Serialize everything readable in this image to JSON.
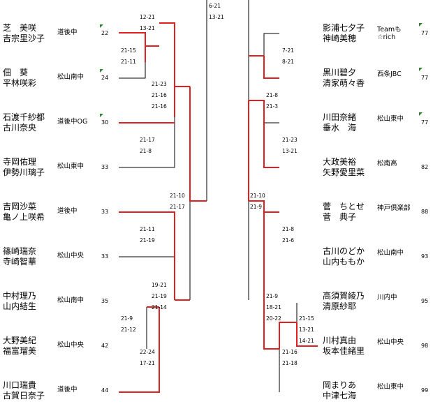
{
  "left": {
    "pairs": [
      {
        "names": [
          "芝　美咲",
          "吉宗里沙子"
        ],
        "team": "道後中",
        "seed": "22",
        "flag": true
      },
      {
        "names": [
          "佃　葵",
          "平林咲彩"
        ],
        "team": "松山南中",
        "seed": "24",
        "flag": true
      },
      {
        "names": [
          "石渡千紗都",
          "古川奈央"
        ],
        "team": "道後中OG",
        "seed": "30",
        "flag": true
      },
      {
        "names": [
          "寺岡佑理",
          "伊勢川璃子"
        ],
        "team": "松山東中",
        "seed": "33",
        "flag": false
      },
      {
        "names": [
          "吉岡沙菜",
          "亀ノ上咲希"
        ],
        "team": "道後中",
        "seed": "33",
        "flag": false
      },
      {
        "names": [
          "篠崎瑞奈",
          "寺崎智華"
        ],
        "team": "松山中央",
        "seed": "33",
        "flag": false
      },
      {
        "names": [
          "中村理乃",
          "山内結生"
        ],
        "team": "松山南中",
        "seed": "35",
        "flag": false
      },
      {
        "names": [
          "大野美紀",
          "福富瑠美"
        ],
        "team": "松山中央",
        "seed": "42",
        "flag": false
      },
      {
        "names": [
          "川口瑞貴",
          "古賀日奈子"
        ],
        "team": "道後中",
        "seed": "44",
        "flag": false
      }
    ]
  },
  "right": {
    "pairs": [
      {
        "names": [
          "影浦七夕子",
          "神崎美穂"
        ],
        "team": "Teamも☆rich",
        "seed": "77",
        "flag": true
      },
      {
        "names": [
          "黒川碧夕",
          "清家萌々香"
        ],
        "team": "西条JBC",
        "seed": "77",
        "flag": true
      },
      {
        "names": [
          "川田奈緒",
          "垂水　海"
        ],
        "team": "松山東中",
        "seed": "77",
        "flag": true
      },
      {
        "names": [
          "大政美裕",
          "矢野愛里菜"
        ],
        "team": "松南高",
        "seed": "82",
        "flag": false
      },
      {
        "names": [
          "菅　ちとせ",
          "菅　典子"
        ],
        "team": "神戸倶楽部",
        "seed": "88",
        "flag": false
      },
      {
        "names": [
          "古川のどか",
          "山内ももか"
        ],
        "team": "松山南中",
        "seed": "93",
        "flag": false
      },
      {
        "names": [
          "高須賀綾乃",
          "清原紗耶"
        ],
        "team": "川内中",
        "seed": "95",
        "flag": false
      },
      {
        "names": [
          "川村真由",
          "坂本佳緒里"
        ],
        "team": "松山中央",
        "seed": "98",
        "flag": false
      },
      {
        "names": [
          "岡まりあ",
          "中津七海"
        ],
        "team": "松山東中",
        "seed": "99",
        "flag": false
      }
    ]
  },
  "scores": {
    "top_a": "6-21",
    "top_b": "13-21",
    "l_r1_m1": [
      "21-15",
      "21-11"
    ],
    "l_qf1": [
      "12-21",
      "13-21"
    ],
    "l_qf2": [
      "21-17",
      "21-8"
    ],
    "l_sf1": [
      "21-23",
      "21-16",
      "21-16"
    ],
    "l_fin": [
      "21-10",
      "21-17"
    ],
    "l_qf3": [
      "21-11",
      "21-19"
    ],
    "l_sf2": [
      "19-21",
      "21-19",
      "21-14"
    ],
    "l_r1_m2": [
      "21-9",
      "21-12"
    ],
    "l_qf4": [
      "22-24",
      "17-21"
    ],
    "r_qf1": [
      "7-21",
      "8-21"
    ],
    "r_qf2": [
      "21-23",
      "13-21"
    ],
    "r_sf1": [
      "21-8",
      "21-3"
    ],
    "r_fin": [
      "21-10",
      "21-9"
    ],
    "r_qf3": [
      "21-8",
      "21-6"
    ],
    "r_sf2": [
      "21-9",
      "18-21",
      "20-22"
    ],
    "r_r1": [
      "21-15",
      "13-21",
      "14-21"
    ],
    "r_qf4": [
      "21-16",
      "21-18"
    ]
  },
  "colors": {
    "win": "#e02020",
    "line": "#000000",
    "flag": "#2a8a2a"
  }
}
